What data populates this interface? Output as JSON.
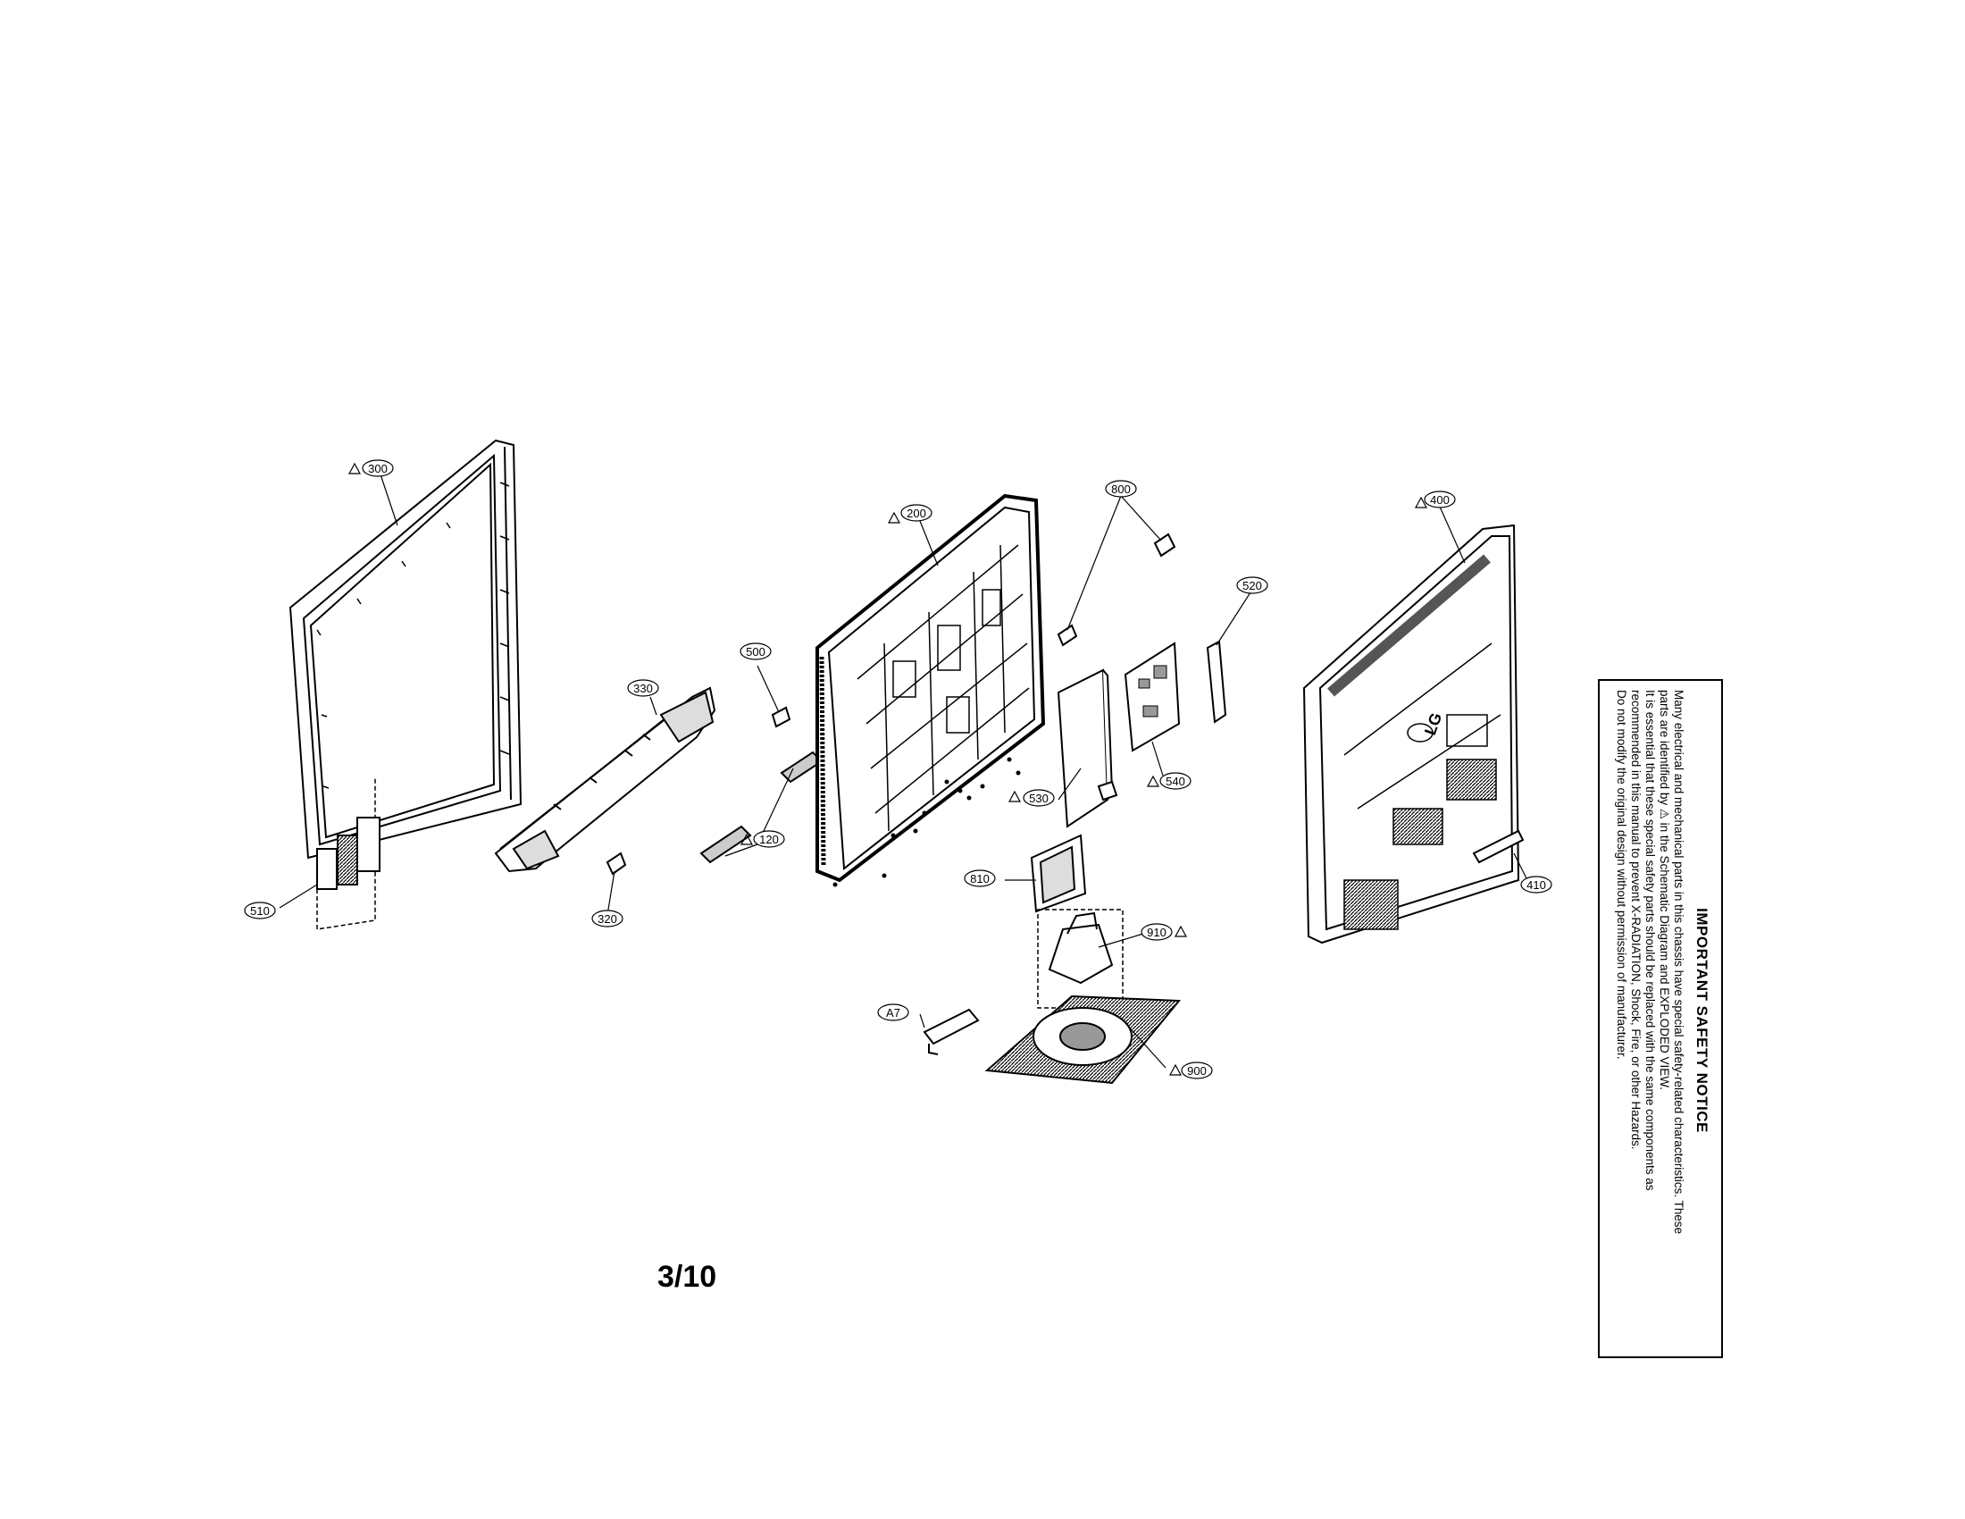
{
  "callouts": {
    "c300": "300",
    "c330": "330",
    "c500": "500",
    "c200": "200",
    "c800": "800",
    "c520": "520",
    "c400": "400",
    "c530": "530",
    "c540": "540",
    "c120": "120",
    "c510": "510",
    "c320": "320",
    "c810": "810",
    "c910": "910",
    "c410": "410",
    "cA7": "A7",
    "c900": "900"
  },
  "logo_text": "LG",
  "page_number": "3/10",
  "notice": {
    "title": "IMPORTANT SAFETY NOTICE",
    "line1": "Many electrical and mechanical parts in this chassis have special safety-related characteristics. These",
    "line2": "parts are identified by ⚠ in the Schematic Diagram and EXPLODED VIEW.",
    "line3": "It is essential that these special safety parts should be replaced with the same components as",
    "line4": "recommended in this manual to prevent X-RADIATION, Shock, Fire, or other Hazards.",
    "line5": "Do not modify the original design without permission of manufacturer."
  }
}
